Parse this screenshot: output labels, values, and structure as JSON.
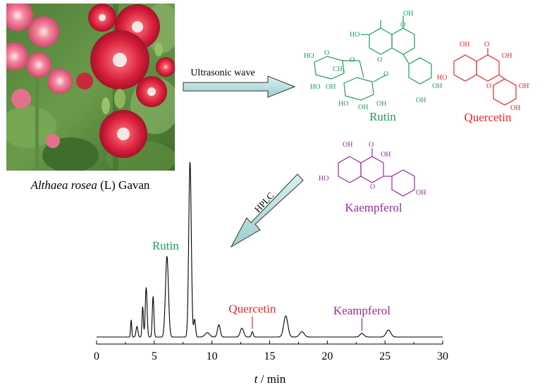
{
  "photo": {
    "caption_species": "Althaea rosea",
    "caption_author": " (L) Gavan"
  },
  "process": {
    "ultrasonic_label": "Ultrasonic wave",
    "hplc_label": "HPLC"
  },
  "compounds": {
    "rutin": {
      "name": "Rutin",
      "color": "#1e9e5a"
    },
    "quercetin": {
      "name": "Quercetin",
      "color": "#e8262a"
    },
    "kaempferol": {
      "name": "Kaempferol",
      "color": "#9b2a9b"
    }
  },
  "chem_labels": {
    "oh": "OH",
    "ho": "HO",
    "o": "O",
    "ch3": "CH₃"
  },
  "chart_data": {
    "type": "line",
    "xlabel_var": "t",
    "xlabel_unit": " / min",
    "x_ticks": [
      0,
      5,
      10,
      15,
      20,
      25,
      30
    ],
    "xlim": [
      0,
      30
    ],
    "series": [
      {
        "values_description": "HPLC chromatogram",
        "peaks": [
          {
            "t": 3.0,
            "h": 0.095,
            "w": 0.05
          },
          {
            "t": 3.5,
            "h": 0.06,
            "w": 0.08
          },
          {
            "t": 4.0,
            "h": 0.17,
            "w": 0.06
          },
          {
            "t": 4.3,
            "h": 0.28,
            "w": 0.08
          },
          {
            "t": 4.9,
            "h": 0.23,
            "w": 0.07
          },
          {
            "t": 6.1,
            "h": 0.46,
            "w": 0.13
          },
          {
            "t": 8.1,
            "h": 1.0,
            "w": 0.11
          },
          {
            "t": 8.5,
            "h": 0.1,
            "w": 0.08
          },
          {
            "t": 9.6,
            "h": 0.025,
            "w": 0.2
          },
          {
            "t": 10.6,
            "h": 0.07,
            "w": 0.12
          },
          {
            "t": 12.6,
            "h": 0.05,
            "w": 0.15
          },
          {
            "t": 13.5,
            "h": 0.03,
            "w": 0.08
          },
          {
            "t": 16.4,
            "h": 0.12,
            "w": 0.18
          },
          {
            "t": 17.8,
            "h": 0.03,
            "w": 0.2
          },
          {
            "t": 23.0,
            "h": 0.02,
            "w": 0.18
          },
          {
            "t": 25.3,
            "h": 0.04,
            "w": 0.2
          }
        ]
      }
    ],
    "annotations": [
      {
        "label": "Rutin",
        "t": 6.1,
        "compound": "rutin"
      },
      {
        "label": "Quercetin",
        "t": 13.5,
        "compound": "quercetin"
      },
      {
        "label": "Keampferol",
        "t": 23.0,
        "compound": "kaempferol"
      }
    ]
  }
}
